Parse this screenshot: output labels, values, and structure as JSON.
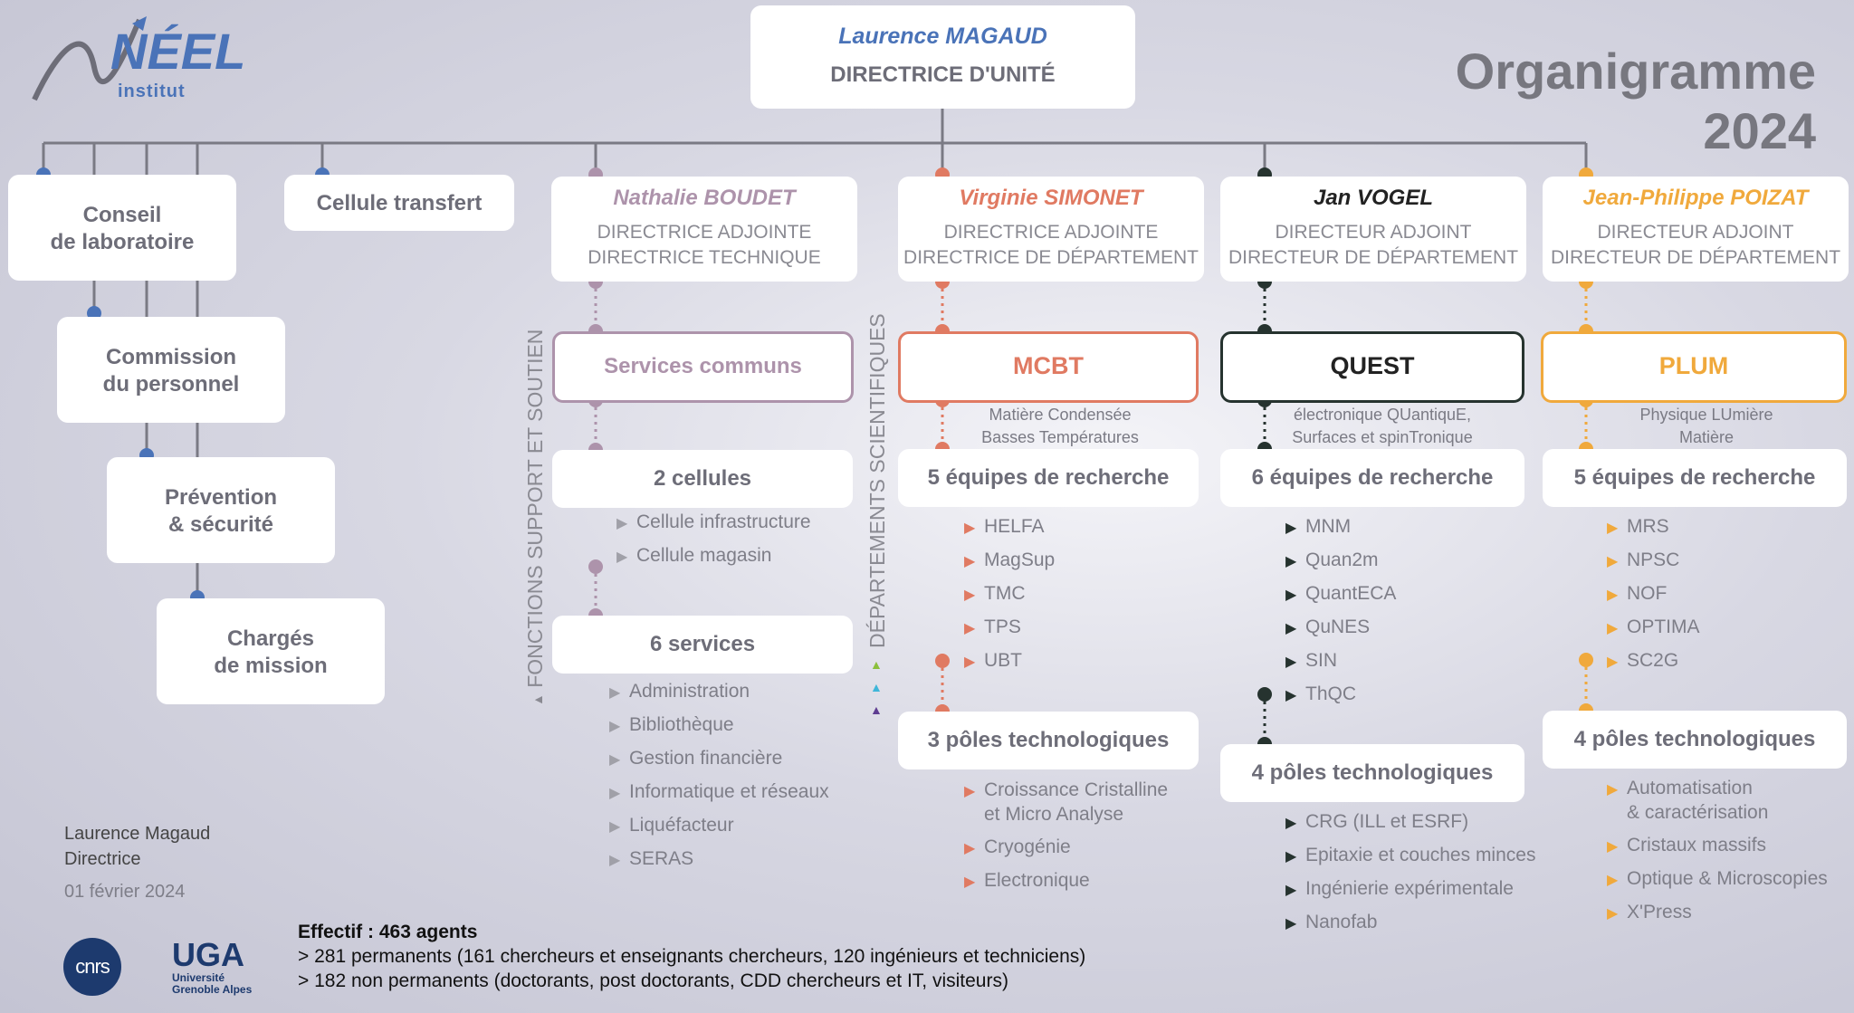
{
  "logo": {
    "text": "NÉEL",
    "subtext": "institut"
  },
  "title": {
    "line1": "Organigramme",
    "line2": "2024"
  },
  "director": {
    "name": "Laurence MAGAUD",
    "role": "DIRECTRICE D'UNITÉ"
  },
  "left_boxes": {
    "conseil": [
      "Conseil",
      "de laboratoire"
    ],
    "commission": [
      "Commission",
      "du personnel"
    ],
    "prevention": [
      "Prévention",
      "& sécurité"
    ],
    "charges": [
      "Chargés",
      "de mission"
    ],
    "transfert": "Cellule transfert"
  },
  "vertical_labels": {
    "support": "FONCTIONS SUPPORT ET SOUTIEN",
    "depts": "DÉPARTEMENTS SCIENTIFIQUES"
  },
  "colors": {
    "boudet": "#ad93ab",
    "mcbt": "#e07a62",
    "quest": "#26332f",
    "plum": "#f0a93c",
    "blue": "#4a73b8",
    "triangle_green": "#8bbf3c",
    "triangle_cyan": "#3fb6d9",
    "triangle_purple": "#5e3d91"
  },
  "columns": {
    "boudet": {
      "name": "Nathalie BOUDET",
      "role1": "DIRECTRICE ADJOINTE",
      "role2": "DIRECTRICE TECHNIQUE",
      "dept": "Services communs",
      "sec1": {
        "title": "2 cellules",
        "items": [
          "Cellule infrastructure",
          "Cellule magasin"
        ]
      },
      "sec2": {
        "title": "6 services",
        "items": [
          "Administration",
          "Bibliothèque",
          "Gestion financière",
          "Informatique et réseaux",
          "Liquéfacteur",
          "SERAS"
        ]
      }
    },
    "simonet": {
      "name": "Virginie SIMONET",
      "role1": "DIRECTRICE ADJOINTE",
      "role2": "DIRECTRICE DE DÉPARTEMENT",
      "dept": "MCBT",
      "desc1": "Matière Condensée",
      "desc2": "Basses Températures",
      "sec1": {
        "title": "5 équipes de recherche",
        "items": [
          "HELFA",
          "MagSup",
          "TMC",
          "TPS",
          "UBT"
        ]
      },
      "sec2": {
        "title": "3 pôles technologiques",
        "items": [
          "Croissance Cristalline",
          "et Micro Analyse",
          "Cryogénie",
          "Electronique"
        ]
      }
    },
    "vogel": {
      "name": "Jan VOGEL",
      "role1": "DIRECTEUR ADJOINT",
      "role2": "DIRECTEUR DE DÉPARTEMENT",
      "dept": "QUEST",
      "desc1": "électronique QUantiquE,",
      "desc2": "Surfaces et spinTronique",
      "sec1": {
        "title": "6 équipes de recherche",
        "items": [
          "MNM",
          "Quan2m",
          "QuantECA",
          "QuNES",
          "SIN",
          "ThQC"
        ]
      },
      "sec2": {
        "title": "4 pôles technologiques",
        "items": [
          "CRG (ILL et ESRF)",
          "Epitaxie et couches minces",
          "Ingénierie expérimentale",
          "Nanofab"
        ]
      }
    },
    "poizat": {
      "name": "Jean-Philippe POIZAT",
      "role1": "DIRECTEUR ADJOINT",
      "role2": "DIRECTEUR DE DÉPARTEMENT",
      "dept": "PLUM",
      "desc1": "Physique LUmière",
      "desc2": "Matière",
      "sec1": {
        "title": "5 équipes de recherche",
        "items": [
          "MRS",
          "NPSC",
          "NOF",
          "OPTIMA",
          "SC2G"
        ]
      },
      "sec2": {
        "title": "4 pôles technologiques",
        "items": [
          "Automatisation",
          "& caractérisation",
          "Cristaux massifs",
          "Optique & Microscopies",
          "X'Press"
        ]
      }
    }
  },
  "signature": {
    "name": "Laurence Magaud",
    "role": "Directrice",
    "date": "01 février 2024"
  },
  "effectif": {
    "title": "Effectif : 463 agents",
    "line1": "> 281 permanents (161 chercheurs et enseignants chercheurs, 120 ingénieurs et techniciens)",
    "line2": "> 182 non permanents (doctorants, post doctorants, CDD chercheurs et IT, visiteurs)"
  },
  "logos": {
    "cnrs": "cnrs",
    "uga": "UGA",
    "uga_sub1": "Université",
    "uga_sub2": "Grenoble Alpes"
  },
  "triangle": "▶",
  "small_triangle": "▲"
}
